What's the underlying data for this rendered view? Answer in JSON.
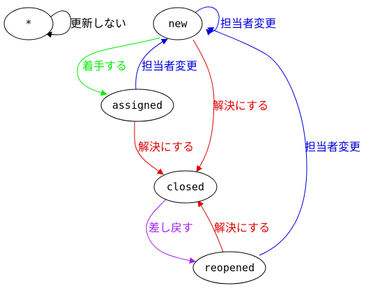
{
  "nodes": {
    "any": "*",
    "new": "new",
    "assigned": "assigned",
    "closed": "closed",
    "reopened": "reopened"
  },
  "edge_labels": {
    "any_self": "更新しない",
    "new_self": "担当者変更",
    "new_to_assigned": "着手する",
    "assigned_to_new": "担当者変更",
    "new_to_closed": "解決にする",
    "assigned_to_closed": "解決にする",
    "closed_to_reopened": "差し戻す",
    "reopened_to_closed": "解決にする",
    "reopened_to_new": "担当者変更"
  },
  "colors": {
    "black": "#000000",
    "blue": "#0000dd",
    "green": "#00ee00",
    "red": "#dd0000",
    "purple": "#a020f0"
  }
}
